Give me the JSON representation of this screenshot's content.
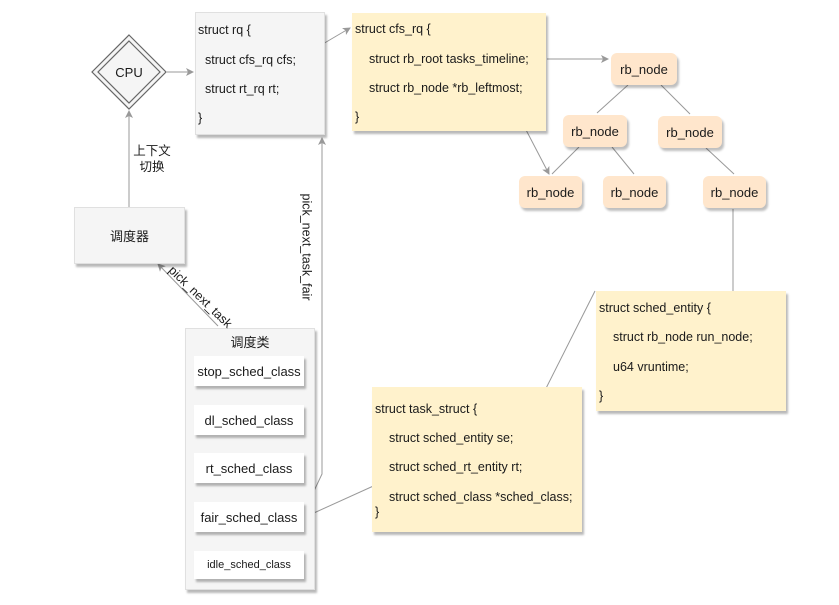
{
  "cpu": {
    "label": "CPU"
  },
  "context_switch": {
    "line1": "上下文",
    "line2": "切换"
  },
  "scheduler": {
    "label": "调度器"
  },
  "rq": {
    "lines": [
      "struct rq {",
      "struct cfs_rq cfs;",
      "struct rt_rq rt;",
      "}"
    ]
  },
  "cfs_rq": {
    "lines": [
      "struct cfs_rq {",
      "struct rb_root tasks_timeline;",
      "struct rb_node *rb_leftmost;",
      "}"
    ]
  },
  "rb_tree": {
    "nodes": [
      "rb_node",
      "rb_node",
      "rb_node",
      "rb_node",
      "rb_node",
      "rb_node"
    ]
  },
  "sched_entity": {
    "lines": [
      "struct sched_entity {",
      "struct rb_node run_node;",
      "u64 vruntime;",
      "}"
    ]
  },
  "task_struct": {
    "lines": [
      "struct task_struct {",
      "struct sched_entity se;",
      "struct sched_rt_entity rt;",
      "struct sched_class *sched_class;",
      "}"
    ]
  },
  "sched_classes": {
    "title": "调度类",
    "items": [
      "stop_sched_class",
      "dl_sched_class",
      "rt_sched_class",
      "fair_sched_class",
      "idle_sched_class"
    ]
  },
  "edge_labels": {
    "pick_next_task": "pick_next_task",
    "pick_next_task_fair": "pick_next_task_fair"
  },
  "colors": {
    "gray_box": "#f5f5f5",
    "yellow_box": "#fff2cc",
    "peach_node": "#ffe6cc",
    "edge": "#999999"
  }
}
